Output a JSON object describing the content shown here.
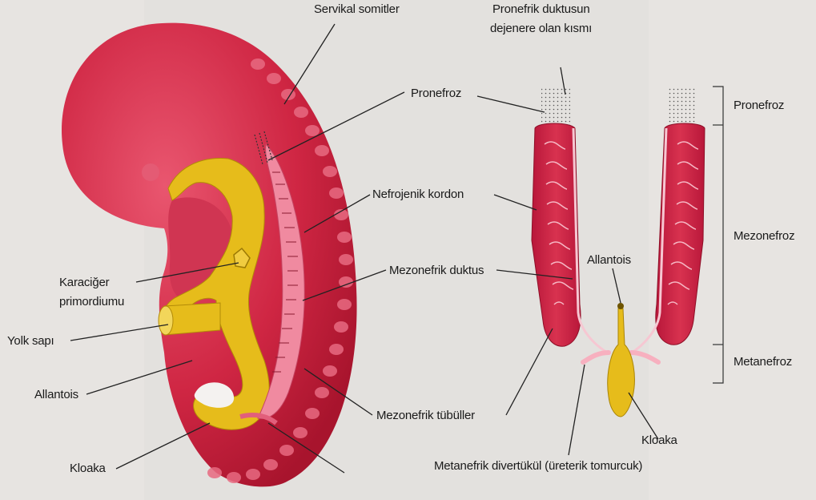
{
  "labels": {
    "servikal_somitler": "Servikal somitler",
    "pronefrik_duktus_1": "Pronefrik duktusun",
    "pronefrik_duktus_2": "dejenere olan kısmı",
    "pronefroz_left": "Pronefroz",
    "nefrojenik_kordon": "Nefrojenik kordon",
    "mezonefrik_duktus": "Mezonefrik duktus",
    "karaciger_1": "Karaciğer",
    "karaciger_2": "primordiumu",
    "yolk_sapi": "Yolk sapı",
    "allantois_left": "Allantois",
    "kloaka_left": "Kloaka",
    "mezonefrik_tubuller": "Mezonefrik tübüller",
    "allantois_right": "Allantois",
    "kloaka_right": "Kloaka",
    "metanefrik_divertukul": "Metanefrik divertükül (üreterik tomurcuk)",
    "bracket_pronefroz": "Pronefroz",
    "bracket_mezonefroz": "Mezonefroz",
    "bracket_metanefroz": "Metanefroz"
  },
  "colors": {
    "embryo_red": "#c8203a",
    "embryo_light": "#e44d67",
    "yellow": "#e2b818",
    "pink_band": "#f08aa0",
    "line": "#222222"
  }
}
